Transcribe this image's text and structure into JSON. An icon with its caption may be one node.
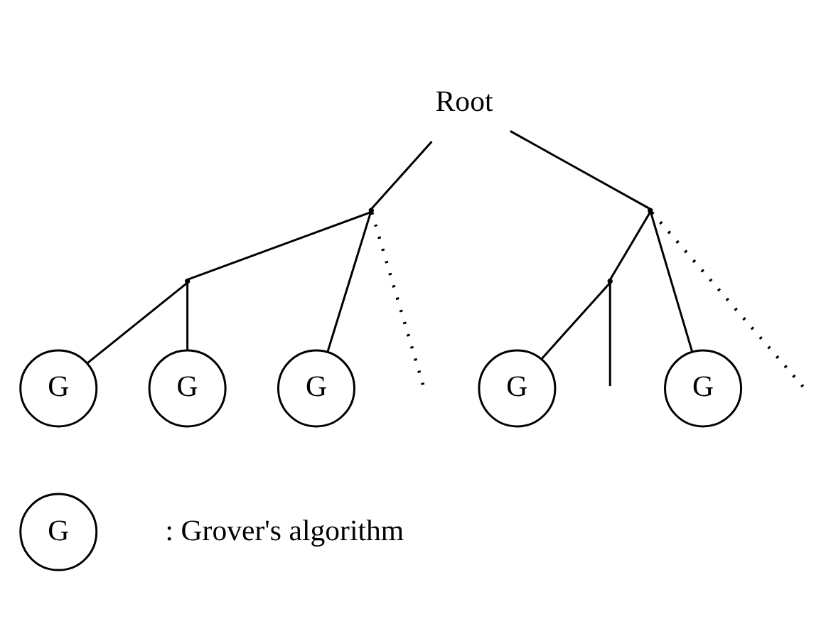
{
  "diagram": {
    "nodes": [
      {
        "text": [
          "Root"
        ]
      },
      {
        "text": [],
        "shape": "point"
      },
      {
        "text": [],
        "shape": "point"
      },
      {
        "text": [
          "G"
        ]
      },
      {
        "text": [
          "G"
        ]
      },
      {
        "text": [
          "G"
        ]
      },
      {
        "text": [],
        "shape": "point"
      },
      {
        "text": [],
        "shape": "point"
      },
      {
        "text": [
          "G"
        ]
      },
      {
        "text": [
          "G"
        ]
      },
      {
        "text": [
          "G"
        ],
        "beside": [
          ": Grover's algorithm"
        ]
      }
    ],
    "edges": [
      {
        "from": 0,
        "to": 1,
        "arrow": "none"
      },
      {
        "from": 0,
        "to": 6,
        "arrow": "none"
      },
      {
        "from": 1,
        "to": 2,
        "arrow": "none"
      },
      {
        "from": 1,
        "to": null,
        "arrow": "none",
        "style": "dashed"
      },
      {
        "from": 1,
        "to": 5,
        "arrow": "none"
      },
      {
        "from": 2,
        "to": 3,
        "arrow": "none"
      },
      {
        "from": 2,
        "to": 4,
        "arrow": "none"
      },
      {
        "from": 6,
        "to": 7,
        "arrow": "none"
      },
      {
        "from": 6,
        "to": null,
        "arrow": "none",
        "style": "dashed"
      },
      {
        "from": 6,
        "to": 9,
        "arrow": "none"
      },
      {
        "from": 7,
        "to": null,
        "arrow": "none"
      },
      {
        "from": 7,
        "to": 8,
        "arrow": "none"
      }
    ]
  }
}
